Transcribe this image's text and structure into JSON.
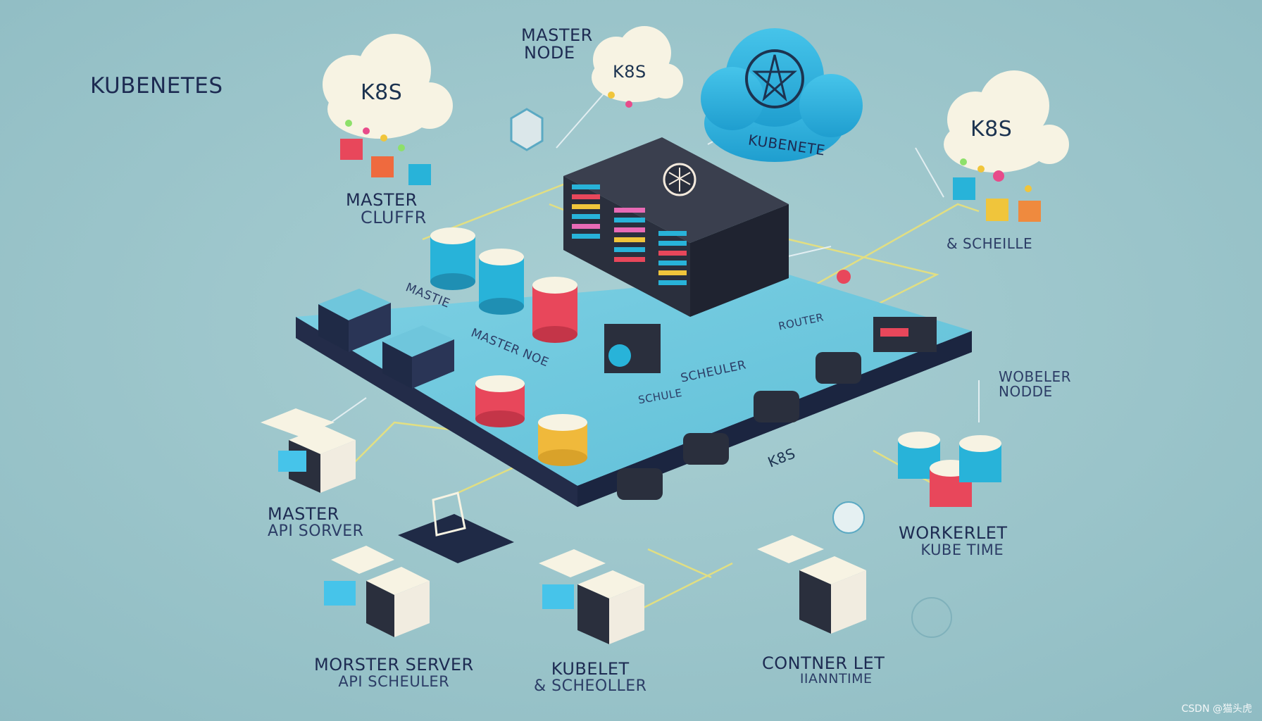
{
  "title": "KUBENETES",
  "clouds": {
    "left_label": "K8S",
    "top_label": "K8S",
    "right_label": "K8S"
  },
  "labels": {
    "master_node_top": [
      "MASTER",
      "NODE"
    ],
    "kubenete_center": "KUBENETE",
    "master_cluster": [
      "MASTER",
      "CLUFFR"
    ],
    "schedule_right": "& SCHEILLE",
    "platform_master": "MASTIE",
    "platform_master_node": "MASTER NOE",
    "platform_scheduler": "SCHEULER",
    "platform_schedule_small": "SCHULE",
    "platform_router": "ROUTER",
    "platform_k8s": "K8S",
    "worker_node": [
      "WOBELER",
      "NODDE"
    ],
    "master_api_server": [
      "MASTER",
      "API SORVER"
    ],
    "workerlet": [
      "WORKERLET",
      "KUBE TIME"
    ],
    "morster_server": [
      "MORSTER SERVER",
      "API SCHEULER"
    ],
    "kubelet": [
      "KUBELET",
      "& SCHEOLLER"
    ],
    "containerlet": [
      "CONTNER LET",
      "IIANNTIME"
    ]
  },
  "colors": {
    "background": "#9ec7cd",
    "platform_top": "#6fc6dc",
    "platform_side": "#1f2a46",
    "server_dark": "#2a2f3d",
    "accent_red": "#e8475b",
    "accent_blue": "#28b3d9",
    "accent_yellow": "#f0c53b",
    "connector": "#e9e17a"
  },
  "icons": [
    "cloud-icon",
    "server-rack-icon",
    "database-icon",
    "kubernetes-helm-icon",
    "cube-icon"
  ],
  "watermark": "CSDN @猫头虎"
}
